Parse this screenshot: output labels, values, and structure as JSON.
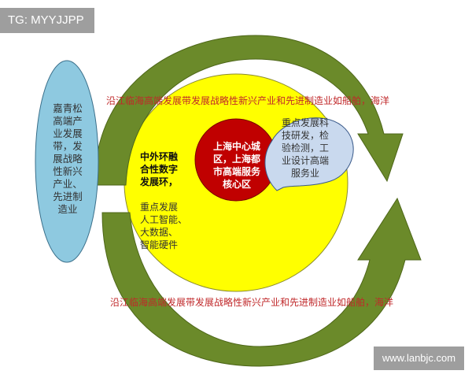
{
  "tag": "TG: MYYJJPP",
  "watermark": "www.lanbjc.com",
  "left_ellipse": "嘉青松\n高端产\n业发展\n带，发\n展战略\n性新兴\n产业、\n先进制\n造业",
  "top_caption": "沿江临海高端发展带发展战略性新兴产业和先进制造业如船舶，海洋",
  "bottom_caption": "沿江临海高端发展带发展战略性新兴产业和先进制造业如船舶，海洋",
  "ring_title": "中外环融\n合性数字\n发展环，",
  "ring_body": "重点发展\n人工智能、\n大数据、\n智能硬件",
  "core": "上海中心城\n区，上海都\n市高端服务\n核心区",
  "bubble": "重点发展科\n技研发，检\n验检测，工\n业设计高端\n服务业",
  "colors": {
    "arrow": "#6b8a2a",
    "yellow": "#ffff00",
    "core": "#c00000",
    "ellipse": "#8ec9e0",
    "bubble": "#c9d9ee",
    "caption": "#c0282a"
  }
}
